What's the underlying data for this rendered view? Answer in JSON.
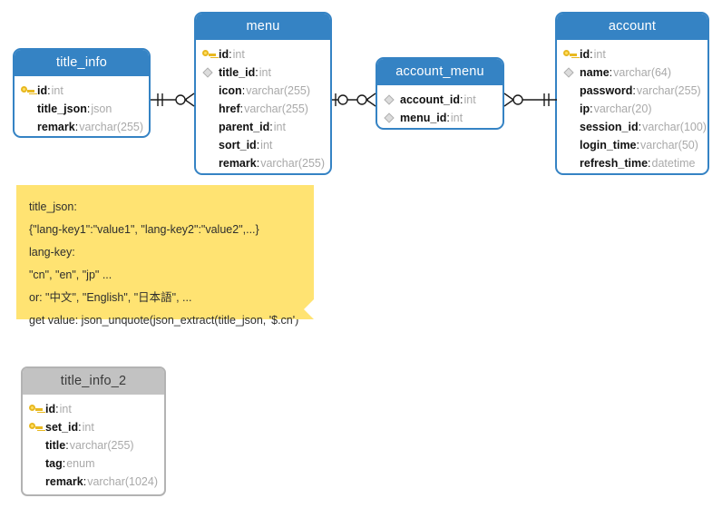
{
  "diagram": {
    "title": "database-er-diagram",
    "colors": {
      "header_blue": "#3583c4",
      "header_gray": "#c2c2c2",
      "note_yellow": "#ffe372",
      "key_gold": "#ffdf63",
      "type_gray": "#a9a9a9"
    }
  },
  "entities": [
    {
      "name": "title_info",
      "header_style": "blue",
      "fields": [
        {
          "icon": "key-icon",
          "name": "id",
          "type": "int"
        },
        {
          "icon": "none",
          "name": "title_json",
          "type": "json"
        },
        {
          "icon": "none",
          "name": "remark",
          "type": "varchar(255)"
        }
      ]
    },
    {
      "name": "menu",
      "header_style": "blue",
      "fields": [
        {
          "icon": "key-icon",
          "name": "id",
          "type": "int"
        },
        {
          "icon": "diamond-icon",
          "name": "title_id",
          "type": "int"
        },
        {
          "icon": "none",
          "name": "icon",
          "type": "varchar(255)"
        },
        {
          "icon": "none",
          "name": "href",
          "type": "varchar(255)"
        },
        {
          "icon": "none",
          "name": "parent_id",
          "type": "int"
        },
        {
          "icon": "none",
          "name": "sort_id",
          "type": "int"
        },
        {
          "icon": "none",
          "name": "remark",
          "type": "varchar(255)"
        }
      ]
    },
    {
      "name": "account_menu",
      "header_style": "blue",
      "fields": [
        {
          "icon": "diamond-icon",
          "name": "account_id",
          "type": "int"
        },
        {
          "icon": "diamond-icon",
          "name": "menu_id",
          "type": "int"
        }
      ]
    },
    {
      "name": "account",
      "header_style": "blue",
      "fields": [
        {
          "icon": "key-icon",
          "name": "id",
          "type": "int"
        },
        {
          "icon": "diamond-icon",
          "name": "name",
          "type": "varchar(64)"
        },
        {
          "icon": "none",
          "name": "password",
          "type": "varchar(255)"
        },
        {
          "icon": "none",
          "name": "ip",
          "type": "varchar(20)"
        },
        {
          "icon": "none",
          "name": "session_id",
          "type": "varchar(100)"
        },
        {
          "icon": "none",
          "name": "login_time",
          "type": "varchar(50)"
        },
        {
          "icon": "none",
          "name": "refresh_time",
          "type": "datetime"
        }
      ]
    },
    {
      "name": "title_info_2",
      "header_style": "gray",
      "fields": [
        {
          "icon": "key-icon",
          "name": "id",
          "type": "int"
        },
        {
          "icon": "key-icon",
          "name": "set_id",
          "type": "int"
        },
        {
          "icon": "none",
          "name": "title",
          "type": "varchar(255)"
        },
        {
          "icon": "none",
          "name": "tag",
          "type": "enum"
        },
        {
          "icon": "none",
          "name": "remark",
          "type": "varchar(1024)"
        }
      ]
    }
  ],
  "note": {
    "lines": [
      "title_json:",
      "{\"lang-key1\":\"value1\", \"lang-key2\":\"value2\",...}",
      "lang-key:",
      "\"cn\", \"en\", \"jp\" ...",
      "or: \"中文\", \"English\", \"日本語\", ...",
      "get value: json_unquote(json_extract(title_json, '$.cn')"
    ]
  },
  "relationships": [
    {
      "from": "title_info",
      "to": "menu",
      "from_cardinality": "one",
      "to_cardinality": "many"
    },
    {
      "from": "menu",
      "to": "account_menu",
      "from_cardinality": "zero-one",
      "to_cardinality": "many"
    },
    {
      "from": "account_menu",
      "to": "account",
      "from_cardinality": "many",
      "to_cardinality": "one"
    }
  ]
}
